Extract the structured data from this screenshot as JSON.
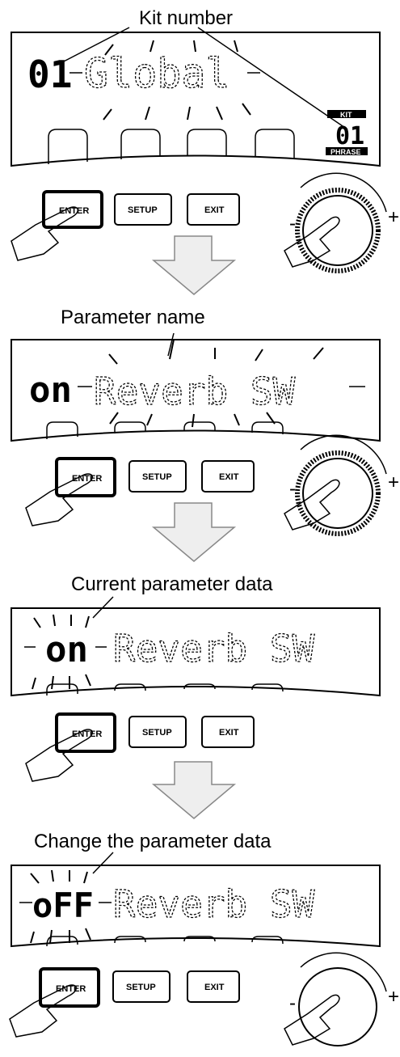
{
  "steps": [
    {
      "callout": "Kit number",
      "display_number": "01",
      "display_text": "Global",
      "kit_indicator": {
        "top_label": "KIT",
        "value": "01",
        "bottom_label": "PHRASE"
      },
      "buttons": [
        "ENTER",
        "SETUP",
        "EXIT"
      ],
      "has_dial": true
    },
    {
      "callout": "Parameter name",
      "display_value": "on",
      "display_text": "Reverb  SW",
      "buttons": [
        "ENTER",
        "SETUP",
        "EXIT"
      ],
      "has_dial": true
    },
    {
      "callout": "Current parameter data",
      "display_value": "on",
      "display_text": "Reverb  SW",
      "buttons": [
        "ENTER",
        "SETUP",
        "EXIT"
      ],
      "has_dial": false
    },
    {
      "callout": "Change the parameter data",
      "display_value": "oFF",
      "display_text": "Reverb  SW",
      "buttons": [
        "ENTER",
        "SETUP",
        "EXIT"
      ],
      "has_dial": true
    }
  ],
  "dial_labels": {
    "minus": "-",
    "plus": "+"
  }
}
